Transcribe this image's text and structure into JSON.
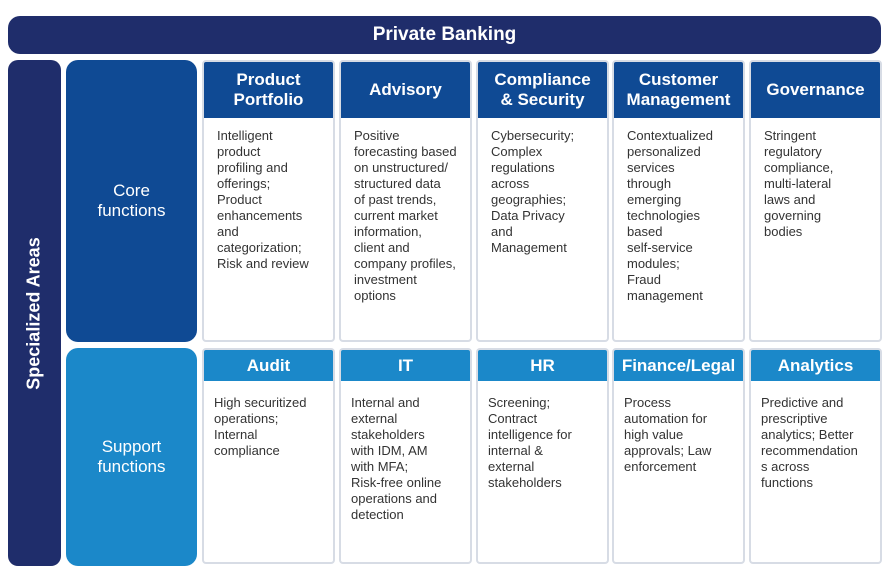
{
  "title": "Private Banking",
  "side_label": "Specialized Areas",
  "rows": {
    "core": {
      "label": "Core\nfunctions",
      "cards": [
        {
          "title": "Product\nPortfolio",
          "text": "Intelligent\nproduct\nprofiling and\nofferings;\nProduct\nenhancements\nand\ncategorization;\nRisk and review"
        },
        {
          "title": "Advisory",
          "text": "Positive\nforecasting based\non unstructured/\nstructured data\nof past trends,\ncurrent market\ninformation,\nclient and\ncompany profiles,\ninvestment\noptions"
        },
        {
          "title": "Compliance\n& Security",
          "text": "Cybersecurity;\nComplex\nregulations\nacross\ngeographies;\nData Privacy\nand\nManagement"
        },
        {
          "title": "Customer\nManagement",
          "text": "Contextualized\npersonalized\nservices\nthrough\nemerging\ntechnologies\nbased\nself-service\nmodules;\nFraud\nmanagement"
        },
        {
          "title": "Governance",
          "text": "Stringent\nregulatory\ncompliance,\nmulti-lateral\nlaws and\ngoverning\nbodies"
        }
      ]
    },
    "support": {
      "label": "Support\nfunctions",
      "cards": [
        {
          "title": "Audit",
          "text": "High securitized\noperations;\nInternal\ncompliance"
        },
        {
          "title": "IT",
          "text": "Internal and\nexternal\nstakeholders\nwith IDM, AM\nwith MFA;\nRisk-free online\noperations and\ndetection"
        },
        {
          "title": "HR",
          "text": "Screening;\nContract\nintelligence for\ninternal &\nexternal\nstakeholders"
        },
        {
          "title": "Finance/Legal",
          "text": "Process\nautomation for\nhigh value\napprovals; Law\nenforcement"
        },
        {
          "title": "Analytics",
          "text": "Predictive and\nprescriptive\nanalytics; Better\nrecommendation\ns across\nfunctions"
        }
      ]
    }
  }
}
